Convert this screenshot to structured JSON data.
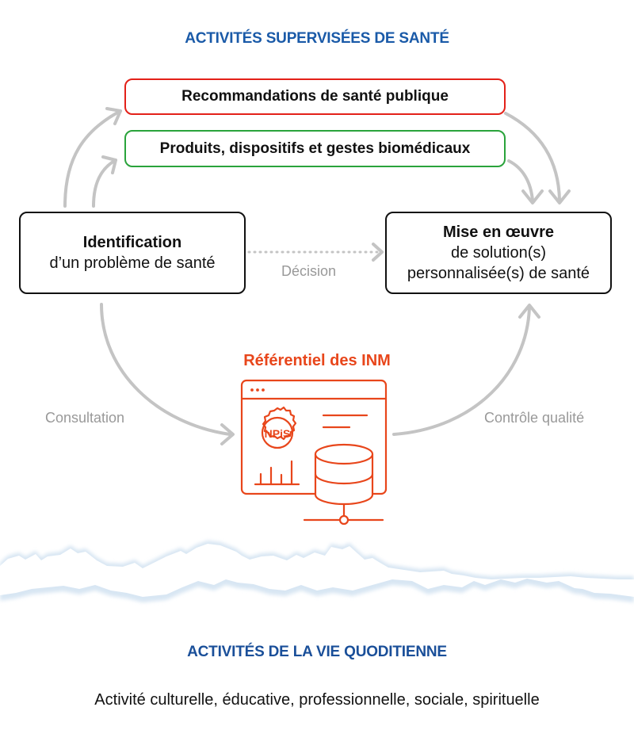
{
  "top_section": {
    "title": "ACTIVITÉS SUPERVISÉES DE SANTÉ",
    "title_color": "#1a5aa8"
  },
  "pathways": [
    {
      "label": "Recommandations de santé publique",
      "border_color": "#e32119"
    },
    {
      "label": "Produits, dispositifs et gestes biomédicaux",
      "border_color": "#2aa33b"
    }
  ],
  "identification": {
    "title": "Identification",
    "subtitle": "d’un problème de santé"
  },
  "implementation": {
    "title": "Mise en œuvre",
    "line1": "de solution(s)",
    "line2": "personnalisée(s) de santé"
  },
  "flow_labels": {
    "decision": "Décision",
    "consultation": "Consultation",
    "quality_control": "Contrôle qualité"
  },
  "repository": {
    "title": "Référentiel des INM",
    "badge_text": "NPiS",
    "accent_color": "#e8461b",
    "icons": [
      "browser-window-icon",
      "seal-badge-icon",
      "bar-chart-icon",
      "text-lines-icon",
      "database-icon",
      "network-node-icon"
    ]
  },
  "bottom_section": {
    "title": "ACTIVITÉS DE LA VIE QUODITIENNE",
    "description": "Activité culturelle, éducative, professionnelle, sociale, spirituelle"
  }
}
